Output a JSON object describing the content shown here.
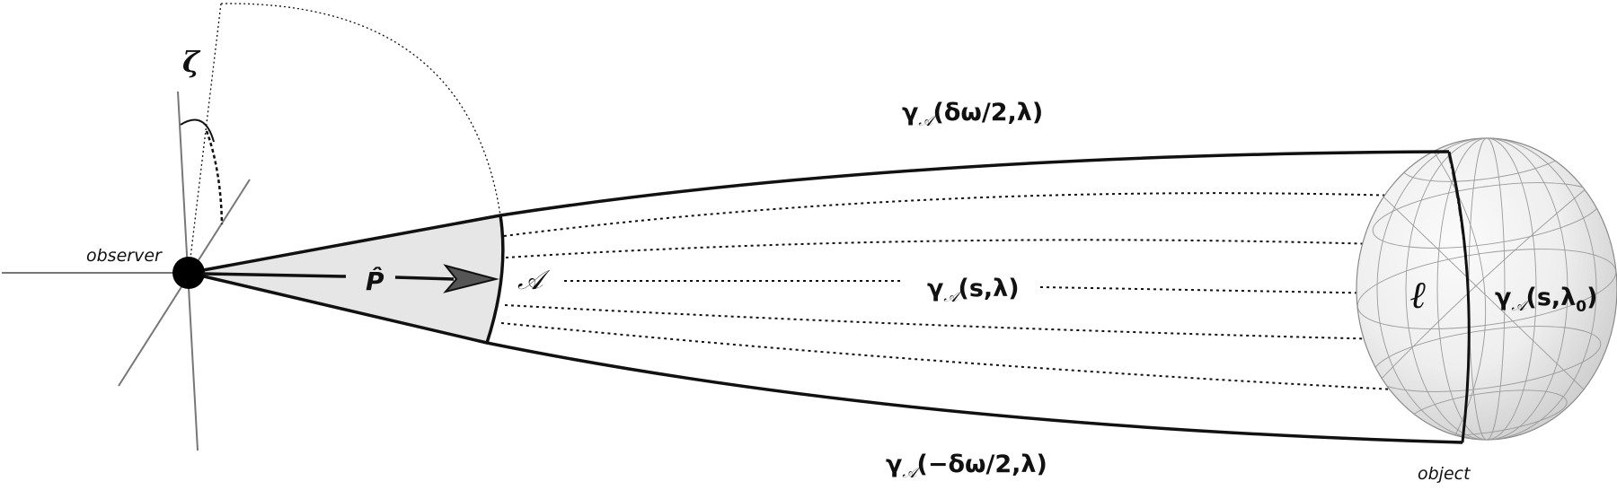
{
  "labels": {
    "observer": "observer",
    "object": "object",
    "zeta": "ζ",
    "p_hat": "P̂",
    "area": "𝒜",
    "ell": "ℓ",
    "gamma": "γ",
    "gamma_sub": "𝒜",
    "curve_top_args": "(δω/2,λ)",
    "curve_mid_args": "(s,λ)",
    "curve_bottom_args": "(−δω/2,λ)",
    "curve_end_args_pre": "(s,λ",
    "curve_end_args_sub": "0",
    "curve_end_args_post": ")"
  },
  "colors": {
    "stroke": "#111111",
    "axis": "#777777",
    "cone_fill": "#e6e6e6",
    "sphere_light": "#fafafa",
    "sphere_dark": "#c8c8c8",
    "sphere_grid": "#9a9a9a"
  }
}
